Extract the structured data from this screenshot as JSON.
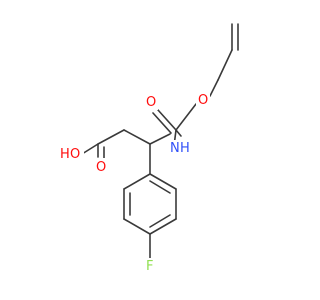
{
  "diagram": {
    "type": "chemical-structure",
    "colors": {
      "bond": "#3a3a3a",
      "carbon": "#3a3a3a",
      "oxygen": "#ff0d0d",
      "nitrogen": "#3050f8",
      "fluorine": "#90e050",
      "background": "#ffffff"
    },
    "atoms": {
      "oh_o": "O",
      "oh_h": "H",
      "acid_carbonyl_o": "O",
      "carbamate_carbonyl_o": "O",
      "ester_o": "O",
      "nh_n": "N",
      "nh_h": "H",
      "fluorine": "F"
    }
  }
}
